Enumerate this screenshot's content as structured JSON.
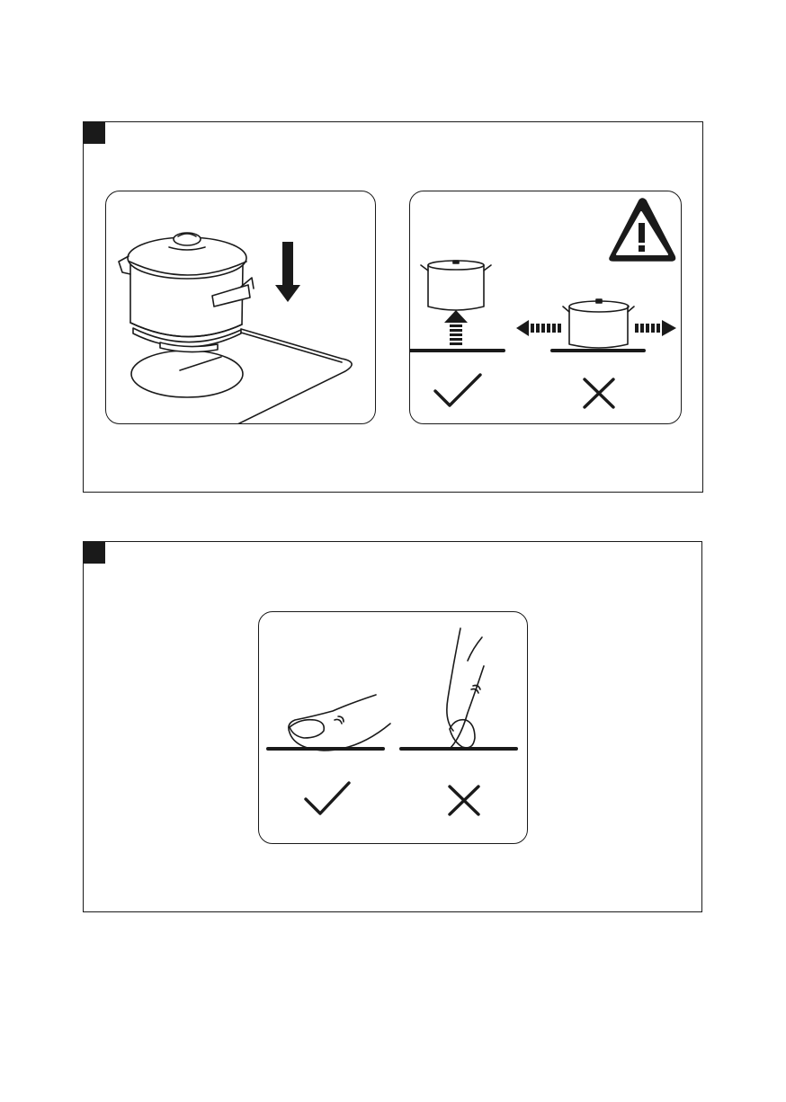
{
  "page": {
    "background": "#ffffff",
    "ink": "#1a1a1a"
  },
  "sections": [
    {
      "id": "pan-placement",
      "panels": [
        {
          "id": "place-pan",
          "icons": [
            "pot-icon",
            "down-arrow-icon",
            "hob-zone-icon"
          ]
        },
        {
          "id": "lift-vs-slide",
          "icons": [
            "warning-icon",
            "pot-icon",
            "up-arrow-icon",
            "left-arrow-icon",
            "right-arrow-icon",
            "check-icon",
            "cross-icon"
          ]
        }
      ]
    },
    {
      "id": "touch-controls",
      "panels": [
        {
          "id": "finger-touch",
          "icons": [
            "flat-finger-icon",
            "fingertip-icon",
            "check-icon",
            "cross-icon"
          ]
        }
      ]
    }
  ]
}
